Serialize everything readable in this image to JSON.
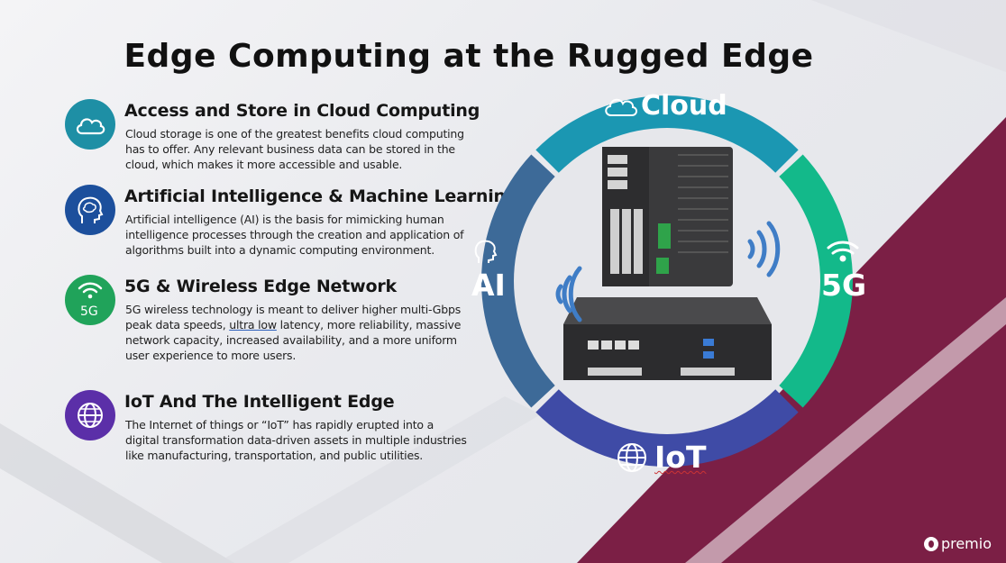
{
  "title": "Edge Computing at the Rugged Edge",
  "features": [
    {
      "heading": "Access  and Store in Cloud Computing",
      "text": "Cloud storage is one of the greatest benefits cloud computing has to offer. Any relevant business data can be stored in the cloud, which makes it more accessible and usable.",
      "icon": "cloud-icon",
      "color": "#1e8fa5"
    },
    {
      "heading": "Artificial Intelligence & Machine Learning",
      "text": "Artificial intelligence (AI) is the basis for mimicking human intelligence processes through the creation and application of algorithms built into a dynamic computing environment.",
      "icon": "brain-head-icon",
      "color": "#1c4f9c"
    },
    {
      "heading": "5G & Wireless Edge Network",
      "text_before": "5G wireless technology is meant to deliver higher multi-Gbps peak data speeds, ",
      "text_link": "ultra low",
      "text_after": " latency, more reliability, massive network capacity, increased availability, and a more uniform user experience to more users.",
      "icon": "wifi-5g-icon",
      "icon_label": "5G",
      "color": "#20a35a"
    },
    {
      "heading": "IoT And The Intelligent Edge",
      "text": "The Internet of things or “IoT” has rapidly erupted into a digital transformation data-driven assets in multiple industries like manufacturing, transportation, and public utilities.",
      "icon": "globe-icon",
      "color": "#5b2fa8"
    }
  ],
  "ring": {
    "cloud": "Cloud",
    "ai": "AI",
    "fiveg": "5G",
    "iot": "IoT",
    "colors": {
      "cloud": "#1b97b2",
      "fiveg": "#13b98a",
      "iot": "#3f4ba6",
      "ai": "#3d6a98"
    }
  },
  "brand": "premio",
  "accent_colors": {
    "maroon": "#7b1f45"
  }
}
